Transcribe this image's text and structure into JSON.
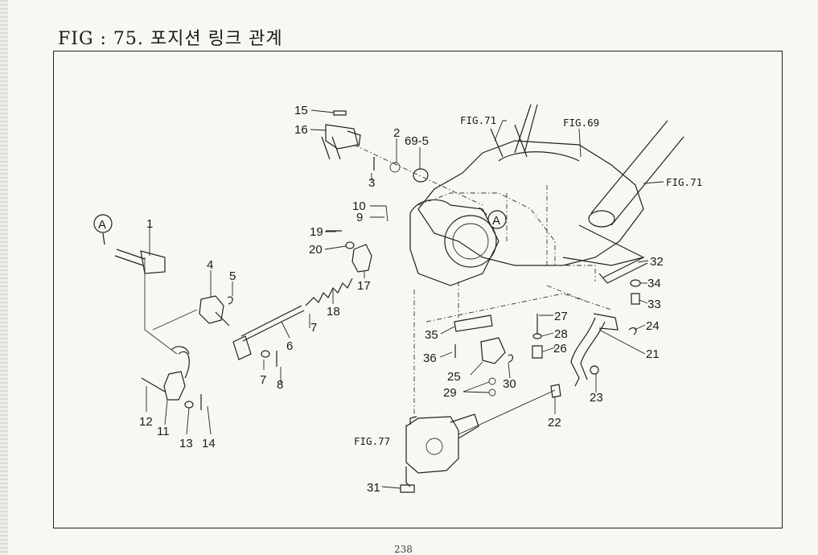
{
  "title": "FIG : 75. 포지션 링크 관계",
  "page_number": "238",
  "callout_symbol": "A",
  "figure_refs": {
    "fig71_top": "FIG.71",
    "fig69": "FIG.69",
    "fig71_right": "FIG.71",
    "fig77": "FIG.77"
  },
  "part_labels": {
    "p1": "1",
    "p2": "2",
    "p3": "3",
    "p4": "4",
    "p5": "5",
    "p6": "6",
    "p7a": "7",
    "p7b": "7",
    "p8": "8",
    "p9": "9",
    "p10": "10",
    "p11": "11",
    "p12": "12",
    "p13": "13",
    "p14": "14",
    "p15": "15",
    "p16": "16",
    "p17": "17",
    "p18": "18",
    "p19": "19",
    "p20": "20",
    "p21": "21",
    "p22": "22",
    "p23": "23",
    "p24": "24",
    "p25": "25",
    "p26": "26",
    "p27": "27",
    "p28": "28",
    "p29": "29",
    "p30": "30",
    "p31": "31",
    "p32": "32",
    "p33": "33",
    "p34": "34",
    "p35": "35",
    "p36": "36",
    "p69_5": "69-5"
  }
}
